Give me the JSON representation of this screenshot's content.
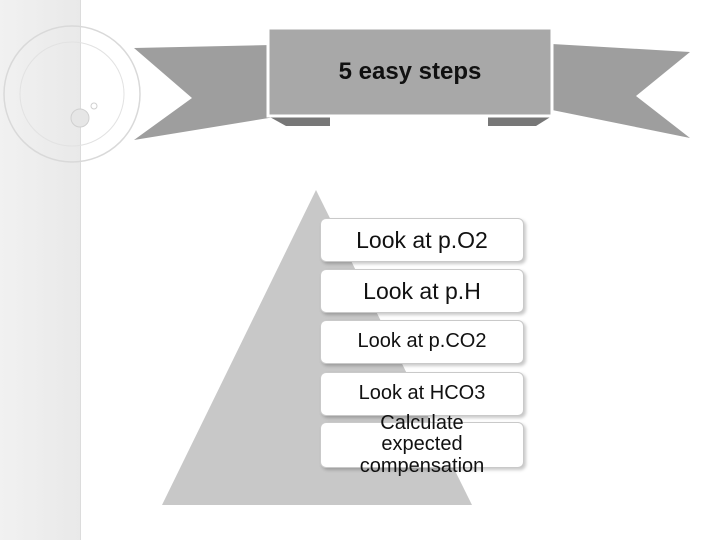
{
  "banner": {
    "title": "5 easy steps"
  },
  "steps": [
    {
      "label": "Look at p.O2"
    },
    {
      "label": "Look at p.H"
    },
    {
      "label": "Look at p.CO2"
    },
    {
      "label": "Look at HCO3"
    },
    {
      "label": "Calculate expected compensation"
    }
  ],
  "colors": {
    "ribbon": "#9e9e9e",
    "ribbon_center": "#a8a8a8",
    "pyramid": "#c8c8c8",
    "box_border": "#c9c9c9"
  }
}
